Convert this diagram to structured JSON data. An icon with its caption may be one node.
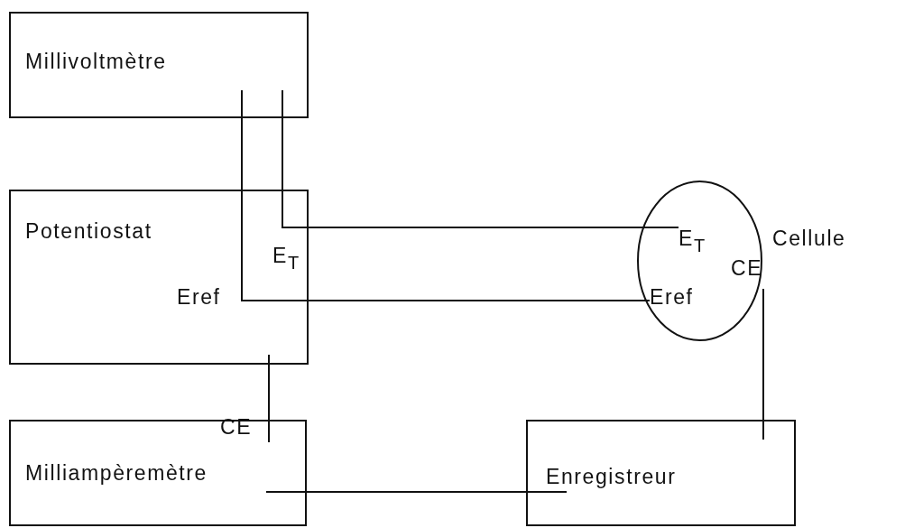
{
  "diagram": {
    "nodes": [
      {
        "text": [
          "Millivoltmètre"
        ]
      },
      {
        "text": [
          "Potentiostat",
          "E$_{T}$",
          "Eref"
        ]
      },
      {
        "text": [
          "CE",
          "Milliampèremètre"
        ]
      },
      {
        "text": [
          "Enregistreur"
        ]
      },
      {
        "text": [
          "E$_{T}$",
          "Eref",
          "CE"
        ],
        "beside": [
          "Cellule"
        ]
      }
    ],
    "edges": [
      {
        "from": 0,
        "to": 1,
        "arrow": "none"
      },
      {
        "from": 0,
        "to": 1,
        "arrow": "none"
      },
      {
        "from": 1,
        "to": 4,
        "arrow": "none"
      },
      {
        "from": 1,
        "to": 4,
        "arrow": "none"
      },
      {
        "from": 1,
        "to": 2,
        "arrow": "none"
      },
      {
        "from": 2,
        "to": 3,
        "arrow": "none"
      },
      {
        "from": 4,
        "to": 3,
        "arrow": "none"
      }
    ]
  }
}
